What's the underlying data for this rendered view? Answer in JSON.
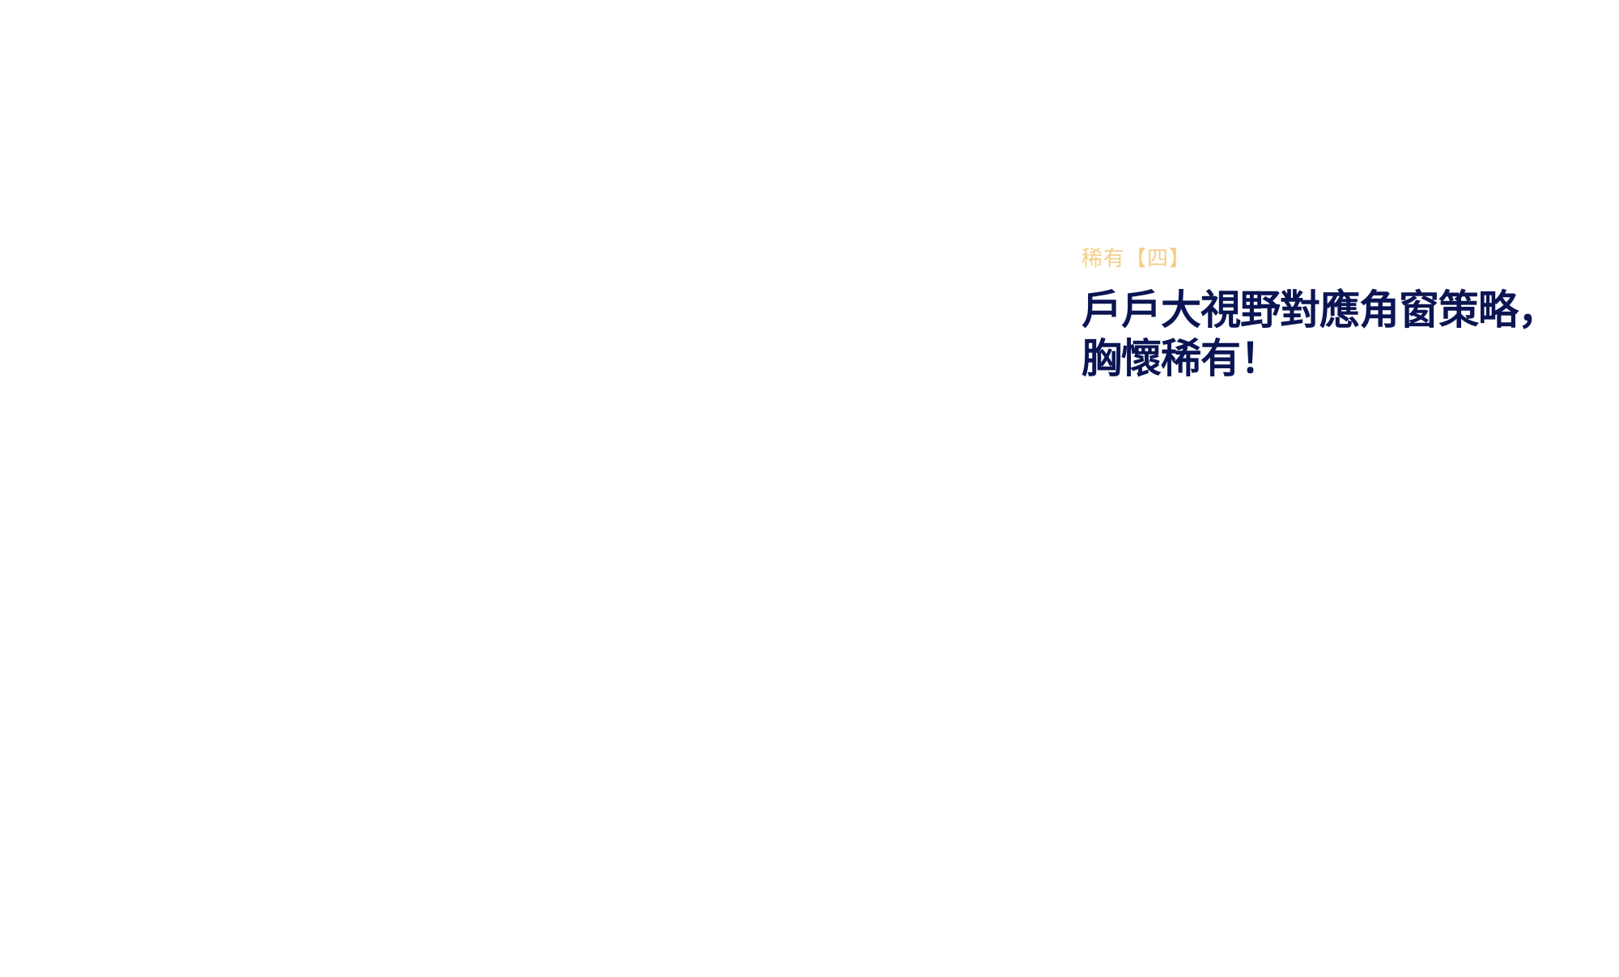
{
  "section": {
    "eyebrow": "稀有【四】",
    "headline_line_1": "戶戶大視野對應角窗策略，",
    "headline_line_2": "胸懷稀有！"
  },
  "colors": {
    "eyebrow": "#f4cd87",
    "headline": "#0b1553",
    "background": "#ffffff"
  }
}
